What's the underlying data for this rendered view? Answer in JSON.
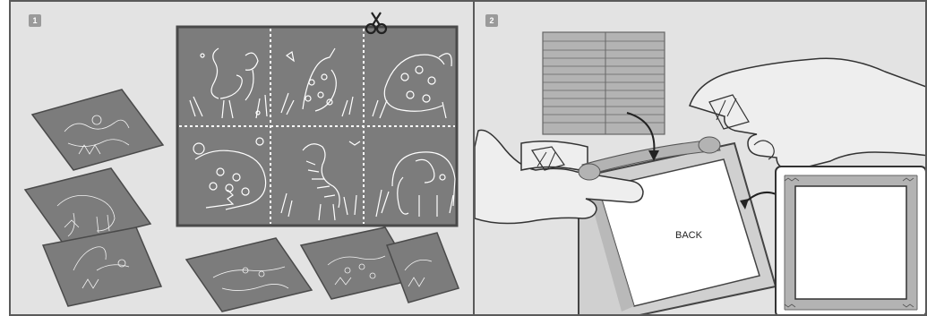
{
  "steps": [
    {
      "number": "1",
      "icon": "scissors-icon"
    },
    {
      "number": "2",
      "back_label": "BACK",
      "icons": [
        "hand-icon",
        "curved-double-arrow-icon",
        "tape-strip-icon"
      ]
    }
  ],
  "colors": {
    "panel_background": "#e3e3e3",
    "sheet_gray": "#7c7c7c",
    "sheet_border": "#4a4a4a",
    "line_art": "#ffffff",
    "skin": "#e9e9e9",
    "tape": "#b3b3b3"
  }
}
